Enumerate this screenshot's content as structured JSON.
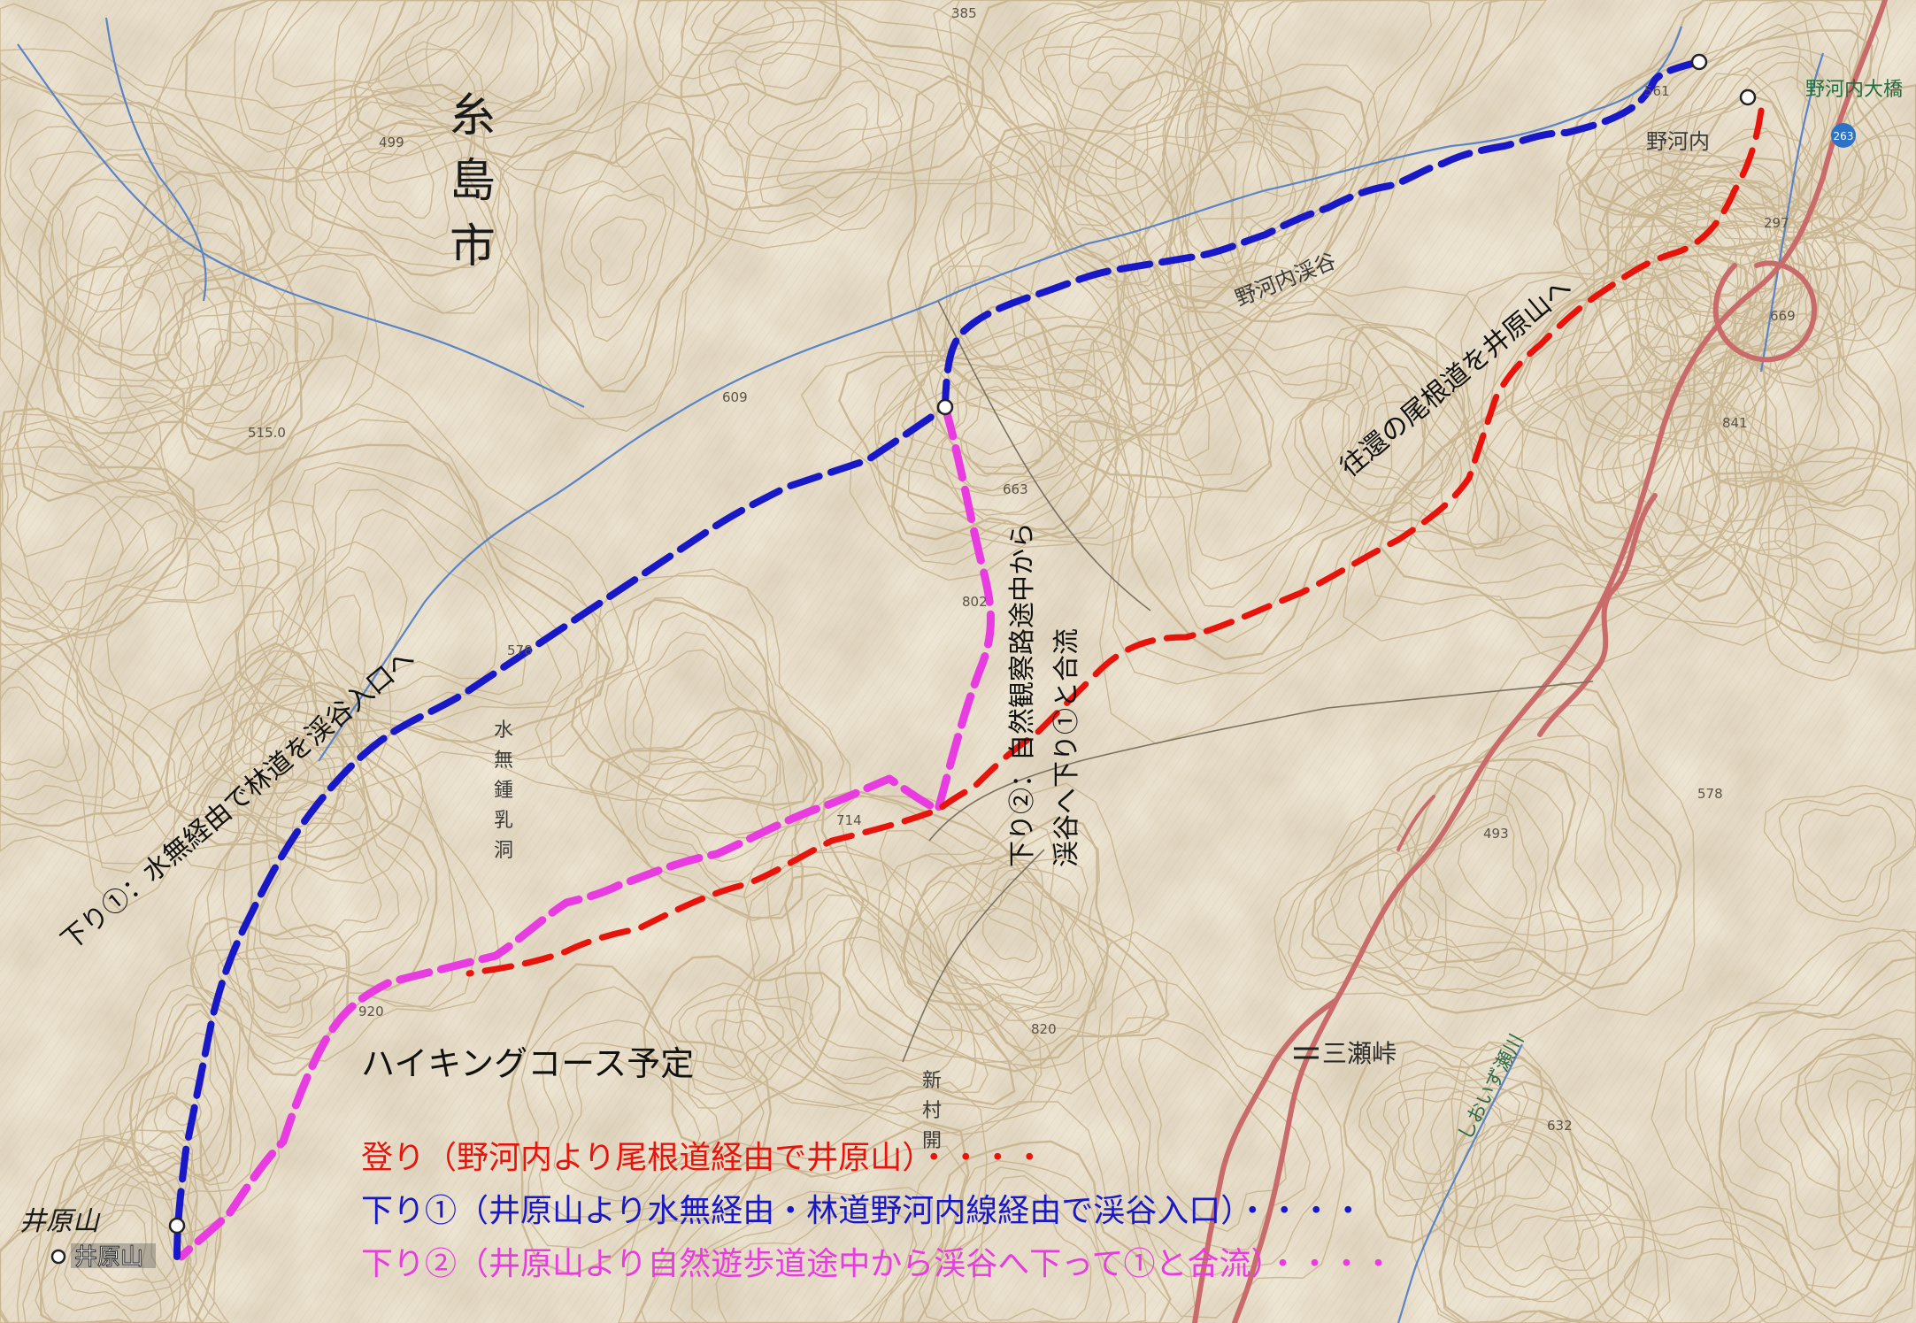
{
  "map": {
    "city_label": [
      "糸",
      "島",
      "市"
    ],
    "place_labels": {
      "bridge": "野河内大橋",
      "village": "野河内",
      "gorge": "野河内渓谷",
      "cave": [
        "水",
        "無",
        "鍾",
        "乳",
        "洞"
      ],
      "settlement": [
        "新",
        "村",
        "開"
      ],
      "pass": "三瀬峠",
      "river": "しおいず瀬川",
      "peak": "井原山",
      "peak_sign": "井原山",
      "road_number": "263"
    },
    "route_labels": {
      "ascent": "往還の尾根道を井原山へ",
      "descent1": "下り①：水無経由で林道を渓谷入口へ",
      "descent2_line1": "下り②：自然観察路途中から",
      "descent2_line2": "渓谷へ下り①と合流"
    },
    "legend": {
      "title": "ハイキングコース予定",
      "items": [
        {
          "text": "登り（野河内より尾根道経由で井原山）・・・・",
          "color": "#e8140c"
        },
        {
          "text": "下り①（井原山より水無経由・林道野河内線経由で渓谷入口）・・・・",
          "color": "#1818c8"
        },
        {
          "text": "下り②（井原山より自然遊歩道途中から渓谷へ下って①と合流）・・・・",
          "color": "#e83ce0"
        }
      ]
    },
    "elevations": [
      {
        "text": "385"
      },
      {
        "text": "561"
      },
      {
        "text": "499"
      },
      {
        "text": "609"
      },
      {
        "text": "515.0"
      },
      {
        "text": "669"
      },
      {
        "text": "578"
      },
      {
        "text": "714"
      },
      {
        "text": "920"
      },
      {
        "text": "663"
      },
      {
        "text": "578"
      },
      {
        "text": "493"
      },
      {
        "text": "632"
      },
      {
        "text": "841"
      },
      {
        "text": "297"
      },
      {
        "text": "802"
      },
      {
        "text": "820"
      }
    ],
    "colors": {
      "ascent": "#e8140c",
      "descent1": "#1818c8",
      "descent2": "#e83ce0",
      "road": "#c96b6b",
      "river": "#5a84c6",
      "contour": "#c8b48e",
      "land": "#efe7d6"
    }
  }
}
